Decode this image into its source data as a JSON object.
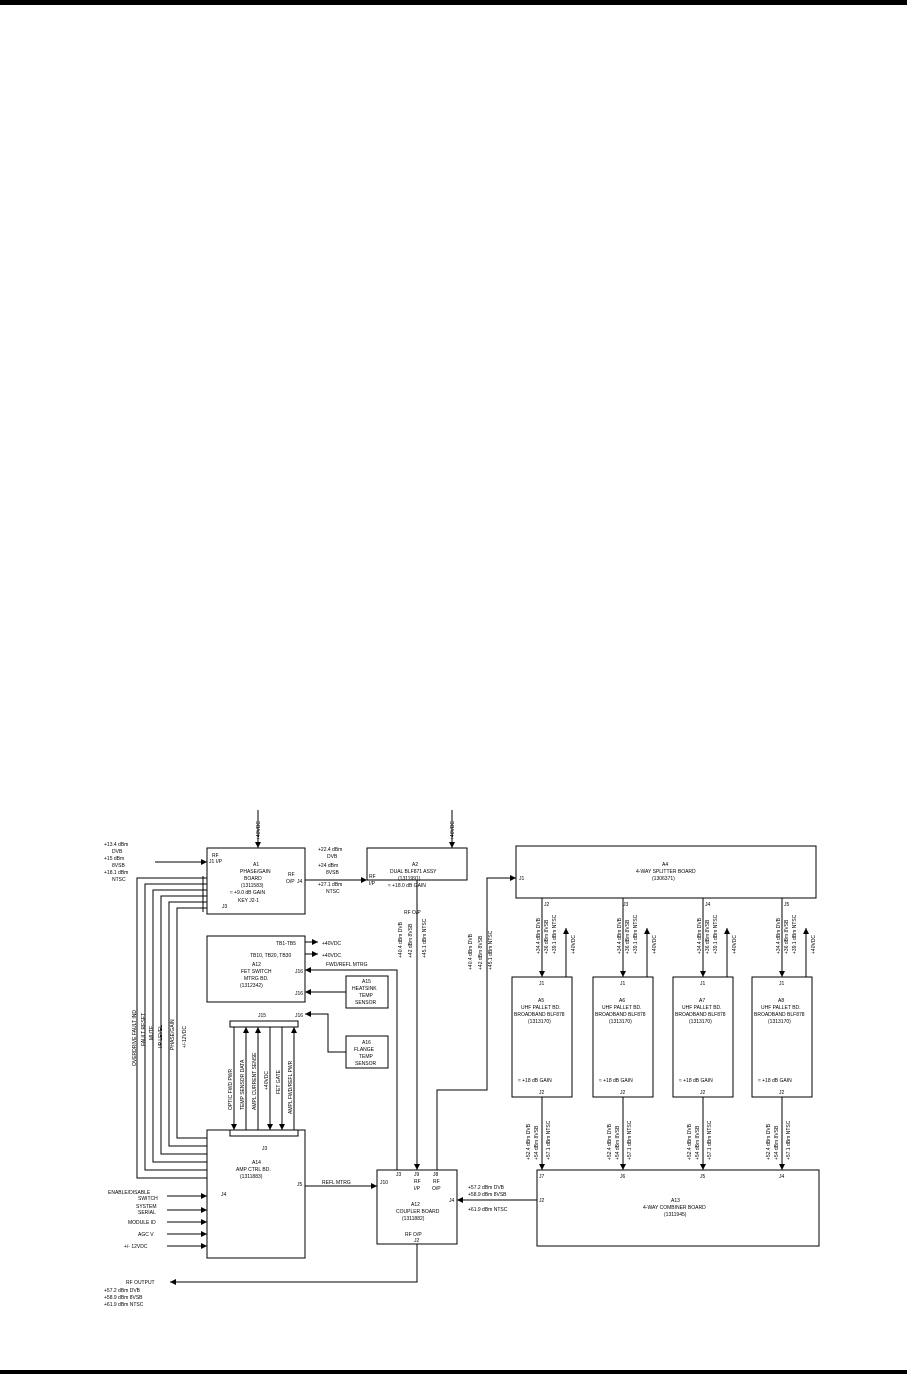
{
  "blocks": {
    "a1": {
      "designator": "A1",
      "title1": "PHASE/GAIN",
      "title2": "BOARD",
      "part": "(1311583)",
      "gain": "≈ +9.0 dB GAIN",
      "key": "KEY  J2-1",
      "in_label1": "RF",
      "in_label2": "I/P",
      "j1": "J1",
      "j3": "J3",
      "out_label1": "RF",
      "out_label2": "O/P",
      "j4": "J4"
    },
    "a2": {
      "designator": "A2",
      "title1": "DUAL BLF871 ASSY",
      "part": "(1311991)",
      "gain": "≈ +18.0 dB GAIN",
      "in_label1": "RF",
      "in_label2": "I/P",
      "out_label": "RF O/P"
    },
    "a4": {
      "designator": "A4",
      "title1": "4-WAY SPLITTER BOARD",
      "part": "(1306371)",
      "j1": "J1",
      "j2": "J2",
      "j3": "J3",
      "j4": "J4",
      "j5": "J5"
    },
    "a12": {
      "designator": "A12",
      "title1": "FET SWITCH",
      "title2": "MTRG BD.",
      "part": "(1312342)",
      "j16": "J16",
      "j15": "J15",
      "tb1": "TB1-TB5",
      "tb2": "TB10, TB20, TB30",
      "fwd_refl": "FWD/REFL MTRG"
    },
    "a15": {
      "designator": "A15",
      "title1": "HEATSINK",
      "title2": "TEMP",
      "title3": "SENSOR"
    },
    "a16": {
      "designator": "A16",
      "title1": "FLANGE",
      "title2": "TEMP",
      "title3": "SENSOR"
    },
    "a14": {
      "designator": "A14",
      "title1": "AMP CTRL BD.",
      "part": "(1311883)",
      "j3": "J3",
      "j4": "J4",
      "j5": "J5"
    },
    "a13c": {
      "designator": "A12",
      "title1": "COUPLER BOARD",
      "part": "(1311882)",
      "j10": "J10",
      "j3": "J3",
      "j9": "J9",
      "j8": "J8",
      "j4": "J4",
      "j2": "J2",
      "rf_ip1": "RF",
      "rf_ip2": "I/P",
      "rf_op1": "RF",
      "rf_op2": "O/P",
      "bottom": "RF O/P"
    },
    "a13": {
      "designator": "A13",
      "title1": "4-WAY COMBINER BOARD",
      "part": "(1311945)",
      "j2": "J2",
      "j7": "J7",
      "j6": "J6",
      "j5": "J5",
      "j4": "J4"
    },
    "pallets": [
      {
        "designator": "A5",
        "title1": "UHF PALLET BD.",
        "title2": "BROADBAND BLF878",
        "part": "(1313170)",
        "gain": "≈ +18 dB GAIN",
        "j1": "J1",
        "j2": "J2"
      },
      {
        "designator": "A6",
        "title1": "UHF PALLET BD.",
        "title2": "BROADBAND BLF878",
        "part": "(1313170)",
        "gain": "≈ +18 dB GAIN",
        "j1": "J1",
        "j2": "J2"
      },
      {
        "designator": "A7",
        "title1": "UHF PALLET BD.",
        "title2": "BROADBAND BLF878",
        "part": "(1313170)",
        "gain": "≈ +18 dB GAIN",
        "j1": "J1",
        "j2": "J2"
      },
      {
        "designator": "A8",
        "title1": "UHF PALLET BD.",
        "title2": "BROADBAND BLF878",
        "part": "(1313170)",
        "gain": "≈ +18 dB GAIN",
        "j1": "J1",
        "j2": "J2"
      }
    ]
  },
  "levels": {
    "input": [
      "+13.4 dBm",
      "DVB",
      "+15 dBm",
      "8VSB",
      "+18.1 dBm",
      "NTSC"
    ],
    "a1_out": [
      "+22.4 dBm",
      "DVB",
      "+24 dBm",
      "8VSB",
      "+27.1 dBm",
      "NTSC"
    ],
    "a2_out": [
      "+40.4 dBm DVB",
      "+42 dBm 8VSB",
      "+45.1 dBm NTSC"
    ],
    "split_in": [
      "+40.4 dBm DVB",
      "+42 dBm 8VSB",
      "+45.1 dBm NTSC"
    ],
    "pallet_in": [
      "+34.4 dBm DVB",
      "+36 dBm 8VSB",
      "+39.1 dBm NTSC"
    ],
    "pallet_out": [
      "+52.4 dBm DVB",
      "+54 dBm 8VSB",
      "+57.1 dBm NTSC"
    ],
    "combiner_out": [
      "+57.2 dBm DVB",
      "+58.9 dBm 8VSB",
      "+61.9 dBm NTSC"
    ],
    "rf_output": [
      "RF OUTPUT",
      "+57.2 dBm DVB",
      "+58.9 dBm 8VSB",
      "+61.9 dBm NTSC"
    ]
  },
  "power": {
    "v40": "+40VDC"
  },
  "signals": {
    "vertical_left": [
      "OVERDRIVE FAULT IND",
      "FAULT RESET",
      "MUTE",
      "I/P LEVEL",
      "PHASE/GAIN",
      "+/-12VDC"
    ],
    "vertical_mid": [
      "OPTIC FWD PWR",
      "TEMP SENSOR DATA",
      "AMPL CURRENT SENSE",
      "+40VDC",
      "FET GATE",
      "AMPL FWD/REFL PWR"
    ],
    "a14_inputs": [
      "ENABLE/DISABLE",
      "SWITCH",
      "SYSTEM",
      "SERIAL",
      "MODULE ID",
      "AGC V",
      "+/- 12VDC"
    ],
    "refl_mtrg": "REFL MTRG"
  }
}
